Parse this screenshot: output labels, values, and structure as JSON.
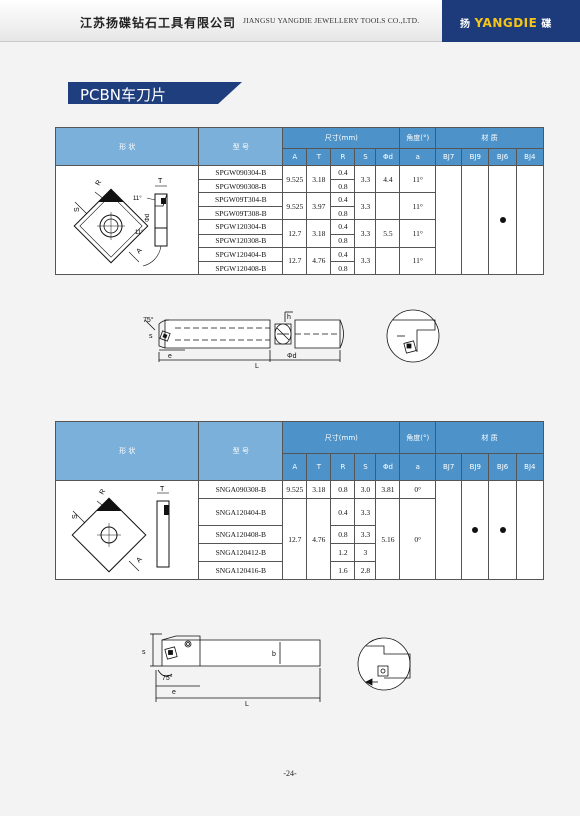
{
  "header": {
    "company_cn": "江苏扬碟钻石工具有限公司",
    "company_en": "JIANGSU YANGDIE JEWELLERY TOOLS CO.,LTD.",
    "brand_prefix": "扬",
    "brand_name": "YANGDIE",
    "brand_suffix": "碟"
  },
  "section_title": "PCBN车刀片",
  "table1": {
    "headers": {
      "shape": "形 状",
      "model": "型 号",
      "size": "尺寸(mm)",
      "angle": "角度(°)",
      "material": "材 质"
    },
    "subheaders": [
      "A",
      "T",
      "R",
      "S",
      "Φd",
      "a",
      "BJ7",
      "BJ9",
      "BJ6",
      "BJ4"
    ],
    "groups": [
      {
        "models": [
          "SPGW090304-B",
          "SPGW090308-B"
        ],
        "A": "9.525",
        "T": "3.18",
        "R": [
          "0.4",
          "0.8"
        ],
        "S": "3.3",
        "d": "4.4",
        "a": "11°"
      },
      {
        "models": [
          "SPGW09T304-B",
          "SPGW09T308-B"
        ],
        "A": "9.525",
        "T": "3.97",
        "R": [
          "0.4",
          "0.8"
        ],
        "S": "3.3",
        "d": "",
        "a": "11°"
      },
      {
        "models": [
          "SPGW120304-B",
          "SPGW120308-B"
        ],
        "A": "12.7",
        "T": "3.18",
        "R": [
          "0.4",
          "0.8"
        ],
        "S": "3.3",
        "d": "5.5",
        "a": "11°"
      },
      {
        "models": [
          "SPGW120404-B",
          "SPGW120408-B"
        ],
        "A": "12.7",
        "T": "4.76",
        "R": [
          "0.4",
          "0.8"
        ],
        "S": "3.3",
        "d": "",
        "a": "11°"
      }
    ],
    "material_mark": "BJ6"
  },
  "table2": {
    "headers": {
      "shape": "形 状",
      "model": "型 号",
      "size": "尺寸(mm)",
      "angle": "角度(°)",
      "material": "材 质"
    },
    "subheaders": [
      "A",
      "T",
      "R",
      "S",
      "Φd",
      "a",
      "BJ7",
      "BJ9",
      "BJ6",
      "BJ4"
    ],
    "first": {
      "model": "SNGA090308-B",
      "A": "9.525",
      "T": "3.18",
      "R": "0.8",
      "S": "3.0",
      "d": "3.81",
      "a": "0°"
    },
    "rest": {
      "models": [
        "SNGA120404-B",
        "SNGA120408-B",
        "SNGA120412-B",
        "SNGA120416-B"
      ],
      "A": "12.7",
      "T": "4.76",
      "R": [
        "0.4",
        "0.8",
        "1.2",
        "1.6"
      ],
      "S": [
        "3.3",
        "3.3",
        "3",
        "2.8"
      ],
      "d": "5.16",
      "a": "0°"
    },
    "material_marks": [
      "BJ9",
      "BJ6"
    ]
  },
  "diagram_labels": {
    "shape1": {
      "R": "R",
      "S": "S",
      "A": "A",
      "T": "T",
      "angle": "11°",
      "d": "Φd"
    },
    "tool1": {
      "angle": "75°",
      "s": "s",
      "e": "e",
      "L": "L",
      "h": "h",
      "d": "Φd"
    },
    "shape2": {
      "R": "R",
      "S": "S",
      "A": "A",
      "T": "T"
    },
    "tool2": {
      "s": "s",
      "angle": "75°",
      "e": "e",
      "L": "L",
      "b": "b"
    }
  },
  "page_number": "-24-"
}
